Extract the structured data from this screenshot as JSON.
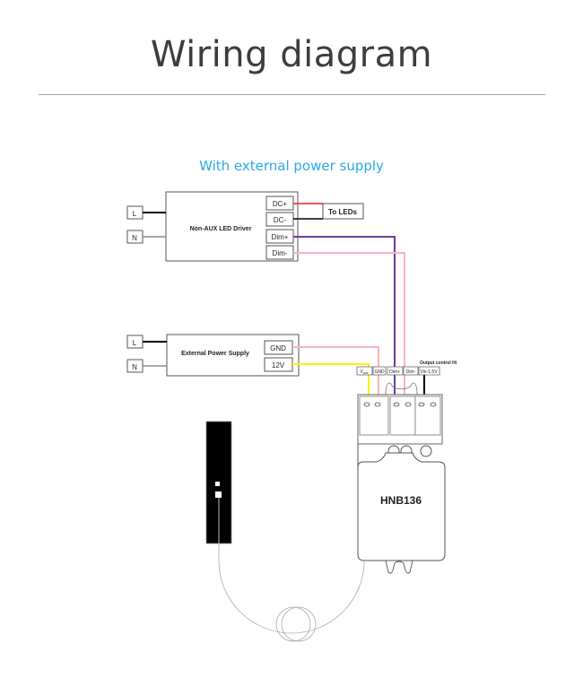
{
  "header": {
    "title": "Wiring diagram",
    "subtitle": "With external power supply"
  },
  "led_driver": {
    "name": "Non-AUX  LED  Driver",
    "terminals": [
      "DC+",
      "DC-",
      "Dim+",
      "Dim-"
    ],
    "inputs": [
      "L",
      "N"
    ],
    "output_label": "To LEDs"
  },
  "power_supply": {
    "name": "External Power Supply",
    "terminals": [
      "GND",
      "12V"
    ],
    "inputs": [
      "L",
      "N"
    ]
  },
  "module": {
    "name": "HNB136",
    "terminals": [
      "Vaux",
      "GND",
      "Dim+",
      "Dim-",
      "Vin-1.5V"
    ],
    "vaux_main": "V",
    "vaux_sub": "aux",
    "output_note": "Output control Hi"
  },
  "wire_colors": {
    "line": "#000000",
    "neutral": "#8c8c8c",
    "dc_plus": "#e8202a",
    "dim_plus": "#6a3d9a",
    "dim_minus": "#f7b3bf",
    "v12": "#fff200",
    "gnd": "#f7b3bf"
  }
}
